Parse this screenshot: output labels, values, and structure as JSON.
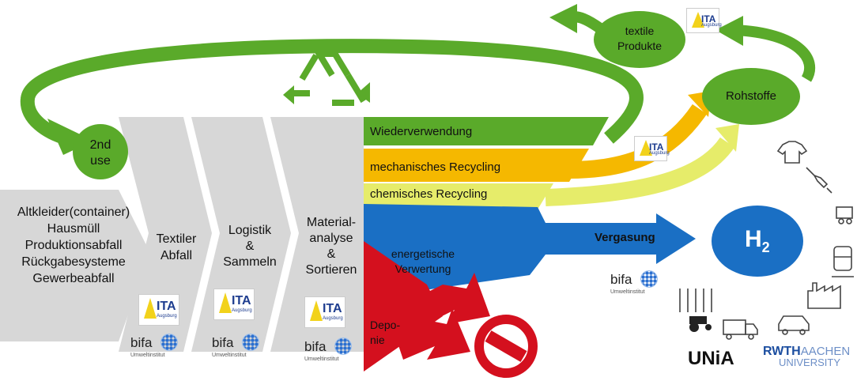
{
  "sources": [
    "Altkleider(container)",
    "Hausmüll",
    "Produktionsabfall",
    "Rückgabesysteme",
    "Gewerbeabfall"
  ],
  "stages": {
    "textiler_abfall": [
      "Textiler",
      "Abfall"
    ],
    "logistik": [
      "Logistik",
      "&",
      "Sammeln"
    ],
    "materialanalyse": [
      "Material-",
      "analyse",
      "&",
      "Sortieren"
    ]
  },
  "second_use": [
    "2nd",
    "use"
  ],
  "streams": {
    "wiederverwendung": "Wiederverwendung",
    "mechanisch": "mechanisches Recycling",
    "chemisch": "chemisches Recycling",
    "energetisch": [
      "energetische",
      "Verwertung"
    ],
    "deponie": [
      "Depo-",
      "nie"
    ],
    "vergasung": "Vergasung"
  },
  "products": {
    "textile": [
      "textile",
      "Produkte"
    ],
    "rohstoffe": "Rohstoffe",
    "hydrogen": "H",
    "hydrogen_sub": "2"
  },
  "logos": {
    "ita": "ITA",
    "ita_sub": "Augsburg",
    "bifa": "bifa",
    "bifa_sub": "Umweltinstitut",
    "unia": "UNiA",
    "rwth": "RWTH",
    "aachen": "AACHEN",
    "university": "UNIVERSITY"
  },
  "colors": {
    "green": "#5aaa2a",
    "orange": "#f5b800",
    "yellow": "#e6ec6a",
    "blue": "#1a6fc4",
    "red": "#d4101e",
    "grey": "#d7d7d7"
  }
}
